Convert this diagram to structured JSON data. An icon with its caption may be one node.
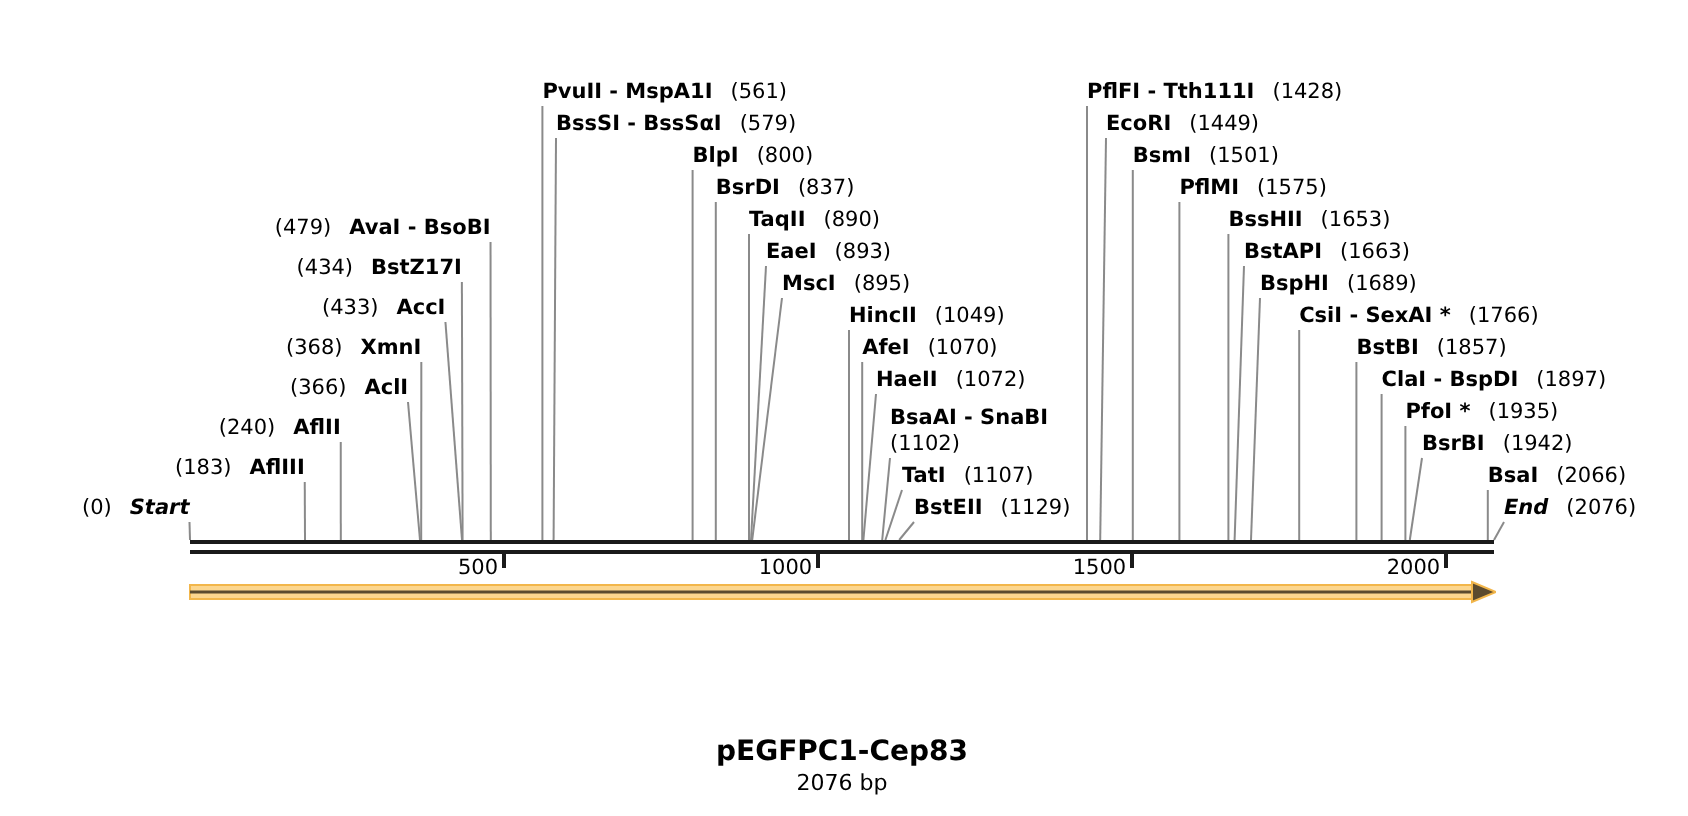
{
  "diagram": {
    "title": "pEGFPC1-Cep83",
    "caption": "2076 bp",
    "nodes": [
      {
        "text": [
          "(0)",
          "Start"
        ]
      },
      {
        "text": [
          "(183)",
          "AflIII"
        ]
      },
      {
        "text": [
          "(240)",
          "AflII"
        ]
      },
      {
        "text": [
          "(366)",
          "AclI"
        ]
      },
      {
        "text": [
          "(368)",
          "XmnI"
        ]
      },
      {
        "text": [
          "(433)",
          "AccI"
        ]
      },
      {
        "text": [
          "(434)",
          "BstZ17I"
        ]
      },
      {
        "text": [
          "(479)",
          "AvaI - BsoBI"
        ]
      },
      {
        "text": [
          "PvuII - MspA1I",
          "(561)"
        ]
      },
      {
        "text": [
          "BssSI - BssSαI",
          "(579)"
        ]
      },
      {
        "text": [
          "BlpI",
          "(800)"
        ]
      },
      {
        "text": [
          "BsrDI",
          "(837)"
        ]
      },
      {
        "text": [
          "TaqII",
          "(890)"
        ]
      },
      {
        "text": [
          "EaeI",
          "(893)"
        ]
      },
      {
        "text": [
          "MscI",
          "(895)"
        ]
      },
      {
        "text": [
          "HincII",
          "(1049)"
        ]
      },
      {
        "text": [
          "AfeI",
          "(1070)"
        ]
      },
      {
        "text": [
          "HaeII",
          "(1072)"
        ]
      },
      {
        "text": [
          "BsaAI - SnaBI",
          "(1102)"
        ]
      },
      {
        "text": [
          "TatI",
          "(1107)"
        ]
      },
      {
        "text": [
          "BstEII",
          "(1129)"
        ]
      },
      {
        "text": [
          "PflFI - Tth111I",
          "(1428)"
        ]
      },
      {
        "text": [
          "EcoRI",
          "(1449)"
        ]
      },
      {
        "text": [
          "BsmI",
          "(1501)"
        ]
      },
      {
        "text": [
          "PflMI",
          "(1575)"
        ]
      },
      {
        "text": [
          "BssHII",
          "(1653)"
        ]
      },
      {
        "text": [
          "BstAPI",
          "(1663)"
        ]
      },
      {
        "text": [
          "BspHI",
          "(1689)"
        ]
      },
      {
        "text": [
          "CsiI - SexAI *",
          "(1766)"
        ]
      },
      {
        "text": [
          "BstBI",
          "(1857)"
        ]
      },
      {
        "text": [
          "ClaI - BspDI",
          "(1897)"
        ]
      },
      {
        "text": [
          "PfoI *",
          "(1935)"
        ]
      },
      {
        "text": [
          "BsrBI",
          "(1942)"
        ]
      },
      {
        "text": [
          "BsaI",
          "(2066)"
        ]
      },
      {
        "text": [
          "End",
          "(2076)"
        ]
      },
      {
        "text": [],
        "shape": "bar"
      }
    ],
    "edges": [
      {
        "from": 0,
        "to": 35,
        "arrow": "none"
      },
      {
        "from": 1,
        "to": 35,
        "arrow": "none"
      },
      {
        "from": 2,
        "to": 35,
        "arrow": "none"
      },
      {
        "from": 3,
        "to": 35,
        "arrow": "none"
      },
      {
        "from": 4,
        "to": 35,
        "arrow": "none"
      },
      {
        "from": 5,
        "to": 35,
        "arrow": "none"
      },
      {
        "from": 6,
        "to": 35,
        "arrow": "none"
      },
      {
        "from": 7,
        "to": 35,
        "arrow": "none"
      },
      {
        "from": 8,
        "to": 35,
        "arrow": "none"
      },
      {
        "from": 9,
        "to": 35,
        "arrow": "none"
      },
      {
        "from": 10,
        "to": 35,
        "arrow": "none"
      },
      {
        "from": 11,
        "to": 35,
        "arrow": "none"
      },
      {
        "from": 12,
        "to": 35,
        "arrow": "none"
      },
      {
        "from": 13,
        "to": 35,
        "arrow": "none"
      },
      {
        "from": 14,
        "to": 35,
        "arrow": "none"
      },
      {
        "from": 15,
        "to": 35,
        "arrow": "none"
      },
      {
        "from": 16,
        "to": 35,
        "arrow": "none"
      },
      {
        "from": 17,
        "to": 35,
        "arrow": "none"
      },
      {
        "from": 18,
        "to": 35,
        "arrow": "none"
      },
      {
        "from": 19,
        "to": 35,
        "arrow": "none"
      },
      {
        "from": 20,
        "to": 35,
        "arrow": "none"
      },
      {
        "from": 21,
        "to": 35,
        "arrow": "none"
      },
      {
        "from": 22,
        "to": 35,
        "arrow": "none"
      },
      {
        "from": 23,
        "to": 35,
        "arrow": "none"
      },
      {
        "from": 24,
        "to": 35,
        "arrow": "none"
      },
      {
        "from": 25,
        "to": 35,
        "arrow": "none"
      },
      {
        "from": 26,
        "to": 35,
        "arrow": "none"
      },
      {
        "from": 27,
        "to": 35,
        "arrow": "none"
      },
      {
        "from": 28,
        "to": 35,
        "arrow": "none"
      },
      {
        "from": 29,
        "to": 35,
        "arrow": "none"
      },
      {
        "from": 30,
        "to": 35,
        "arrow": "none"
      },
      {
        "from": 31,
        "to": 35,
        "arrow": "none"
      },
      {
        "from": 32,
        "to": 35,
        "arrow": "none"
      },
      {
        "from": 33,
        "to": 35,
        "arrow": "none"
      },
      {
        "from": 34,
        "to": 35,
        "arrow": "none"
      }
    ],
    "labels": [
      "500",
      "1000",
      "1500",
      "2000"
    ]
  }
}
